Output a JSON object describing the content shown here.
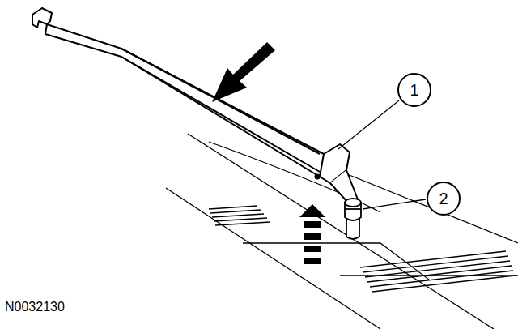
{
  "diagram": {
    "nodes": [
      {
        "text": [
          "1"
        ]
      },
      {
        "text": [
          "2"
        ]
      }
    ],
    "labels": [
      "N0032130"
    ]
  }
}
